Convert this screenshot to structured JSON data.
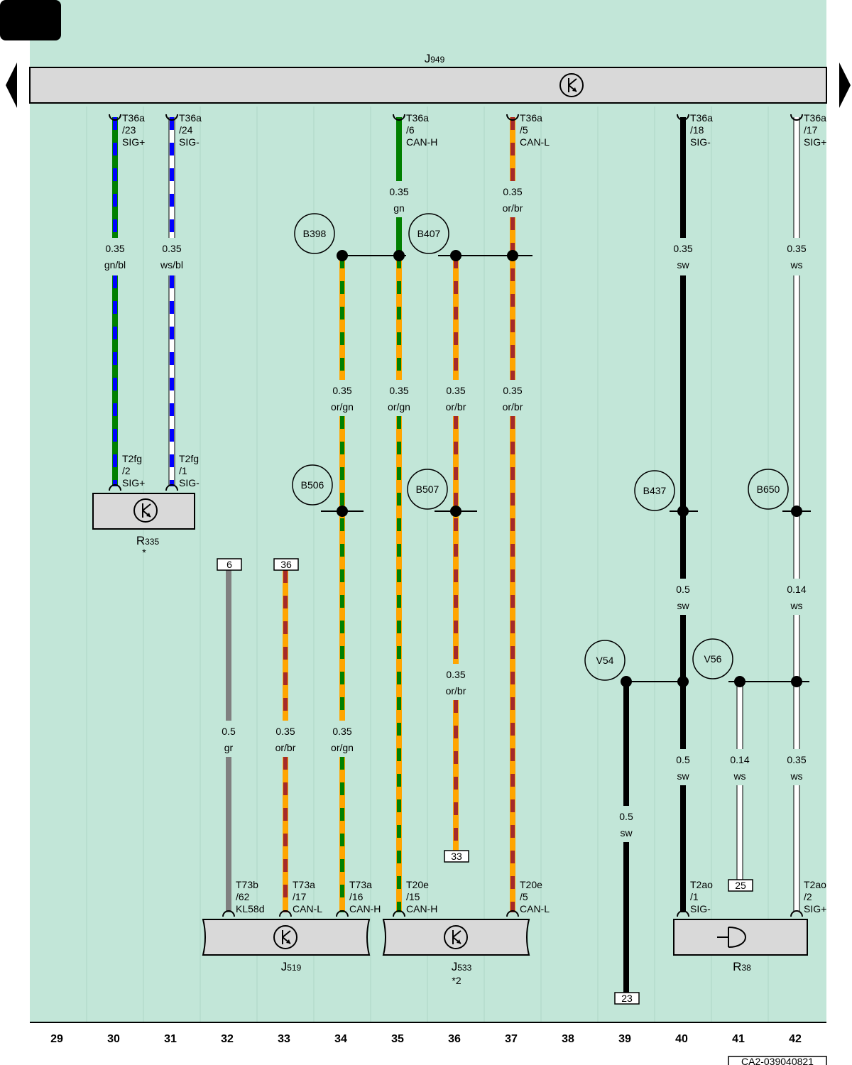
{
  "page": {
    "corner_label": "",
    "footer_code": "CA2-039040821",
    "nav_prev": "previous-page",
    "nav_next": "next-page"
  },
  "top_component": {
    "main": "J",
    "sub": "949"
  },
  "columns": [
    "29",
    "30",
    "31",
    "32",
    "33",
    "34",
    "35",
    "36",
    "37",
    "38",
    "39",
    "40",
    "41",
    "42"
  ],
  "colors": {
    "background": "#c2e6d8",
    "panel": "#d9d9d9",
    "gn": "#008000",
    "bl": "#0000ff",
    "ws": "#ffffff",
    "or": "#ffa500",
    "br": "#a52a2a",
    "sw": "#000000",
    "gr": "#808080"
  },
  "top_pins": [
    {
      "conn": "T36a",
      "pin": "/23",
      "sig": "SIG+"
    },
    {
      "conn": "T36a",
      "pin": "/24",
      "sig": "SIG-"
    },
    {
      "conn": "T36a",
      "pin": "/6",
      "sig": "CAN-H"
    },
    {
      "conn": "T36a",
      "pin": "/5",
      "sig": "CAN-L"
    },
    {
      "conn": "T36a",
      "pin": "/18",
      "sig": "SIG-"
    },
    {
      "conn": "T36a",
      "pin": "/17",
      "sig": "SIG+"
    }
  ],
  "wire_labels": [
    {
      "size": "0.35",
      "color": "gn/bl"
    },
    {
      "size": "0.35",
      "color": "ws/bl"
    },
    {
      "size": "0.35",
      "color": "gn"
    },
    {
      "size": "0.35",
      "color": "or/br"
    },
    {
      "size": "0.35",
      "color": "sw"
    },
    {
      "size": "0.35",
      "color": "ws"
    },
    {
      "size": "0.35",
      "color": "or/gn"
    },
    {
      "size": "0.35",
      "color": "or/gn"
    },
    {
      "size": "0.35",
      "color": "or/br"
    },
    {
      "size": "0.35",
      "color": "or/br"
    },
    {
      "size": "0.5",
      "color": "sw"
    },
    {
      "size": "0.14",
      "color": "ws"
    },
    {
      "size": "0.35",
      "color": "or/br"
    },
    {
      "size": "0.5",
      "color": "gr"
    },
    {
      "size": "0.35",
      "color": "or/br"
    },
    {
      "size": "0.35",
      "color": "or/gn"
    },
    {
      "size": "0.5",
      "color": "sw"
    },
    {
      "size": "0.14",
      "color": "ws"
    },
    {
      "size": "0.35",
      "color": "ws"
    },
    {
      "size": "0.5",
      "color": "sw"
    }
  ],
  "splices": [
    "B398",
    "B407",
    "B506",
    "B507",
    "B437",
    "B650",
    "V54",
    "V56"
  ],
  "bottom_pins": [
    {
      "conn": "T2fg",
      "pin": "/2",
      "sig": "SIG+"
    },
    {
      "conn": "T2fg",
      "pin": "/1",
      "sig": "SIG-"
    },
    {
      "conn": "T73b",
      "pin": "/62",
      "sig": "KL58d"
    },
    {
      "conn": "T73a",
      "pin": "/17",
      "sig": "CAN-L"
    },
    {
      "conn": "T73a",
      "pin": "/16",
      "sig": "CAN-H"
    },
    {
      "conn": "T20e",
      "pin": "/15",
      "sig": "CAN-H"
    },
    {
      "conn": "T20e",
      "pin": "/5",
      "sig": "CAN-L"
    },
    {
      "conn": "T2ao",
      "pin": "/1",
      "sig": "SIG-"
    },
    {
      "conn": "T2ao",
      "pin": "/2",
      "sig": "SIG+"
    }
  ],
  "refs": [
    "6",
    "36",
    "33",
    "25",
    "23"
  ],
  "components": [
    {
      "main": "R",
      "sub": "335",
      "note": "*"
    },
    {
      "main": "J",
      "sub": "519",
      "note": ""
    },
    {
      "main": "J",
      "sub": "533",
      "note": "*2"
    },
    {
      "main": "R",
      "sub": "38",
      "note": ""
    }
  ]
}
